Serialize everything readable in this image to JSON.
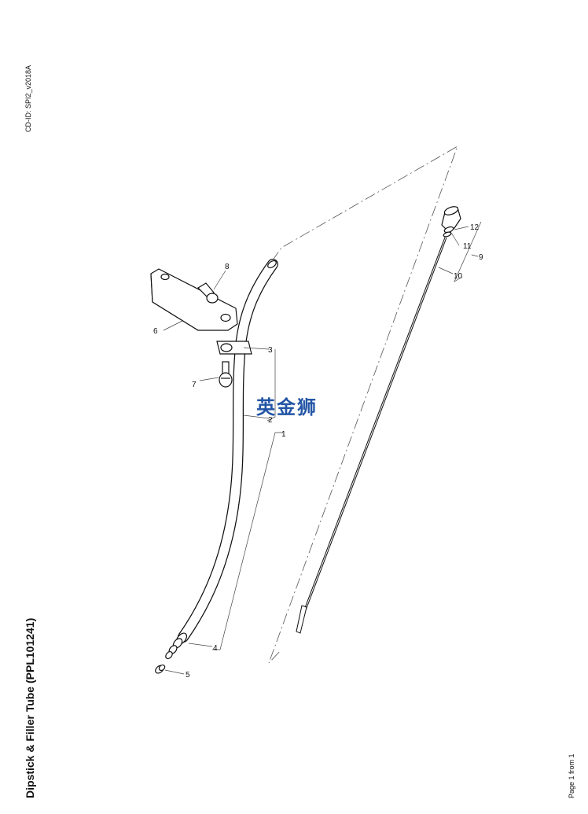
{
  "document": {
    "title": "Dipstick & Filler Tube (PPL101241)",
    "id": "CD-ID: SPI2_v2018A",
    "footer": "Page 1 from 1"
  },
  "watermark": "英金狮",
  "callouts": [
    "1",
    "2",
    "3",
    "4",
    "5",
    "6",
    "7",
    "8",
    "9",
    "10",
    "11",
    "12"
  ]
}
